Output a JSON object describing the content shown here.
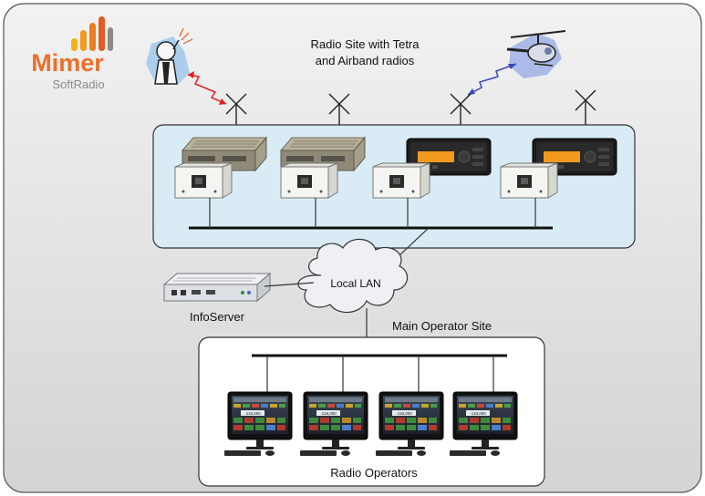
{
  "logo": {
    "name": "Mimer",
    "sub": "SoftRadio",
    "bar_colors": [
      "#f7b018",
      "#f29a1d",
      "#ec7d22",
      "#e25a25",
      "#8a8a8a"
    ]
  },
  "radio_site": {
    "title_line1": "Radio Site with Tetra",
    "title_line2": "and Airband radios"
  },
  "network": {
    "lan_label": "Local LAN",
    "infoserver_label": "InfoServer"
  },
  "operator_site": {
    "title": "Main Operator Site",
    "footer": "Radio Operators"
  },
  "monitor_display": {
    "frequency": "-118,000"
  },
  "colors": {
    "radio_site_fill": "#d9ecf6",
    "background": "#e6e6e6",
    "link_red": "#e02020",
    "link_blue": "#3a46b8"
  }
}
